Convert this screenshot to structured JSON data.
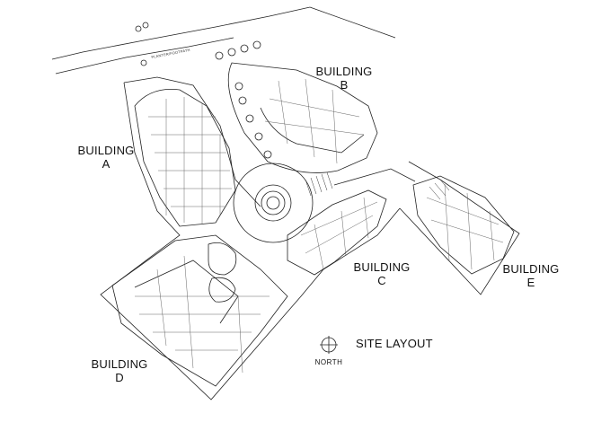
{
  "buildings": [
    {
      "id": "A",
      "line1": "BUILDING",
      "line2": "A"
    },
    {
      "id": "B",
      "line1": "BUILDING",
      "line2": "B"
    },
    {
      "id": "C",
      "line1": "BUILDING",
      "line2": "C"
    },
    {
      "id": "D",
      "line1": "BUILDING",
      "line2": "D"
    },
    {
      "id": "E",
      "line1": "BUILDING",
      "line2": "E"
    }
  ],
  "title": "SITE LAYOUT",
  "north_label": "NORTH",
  "road_label": "PLANTER/FOOTPATH"
}
